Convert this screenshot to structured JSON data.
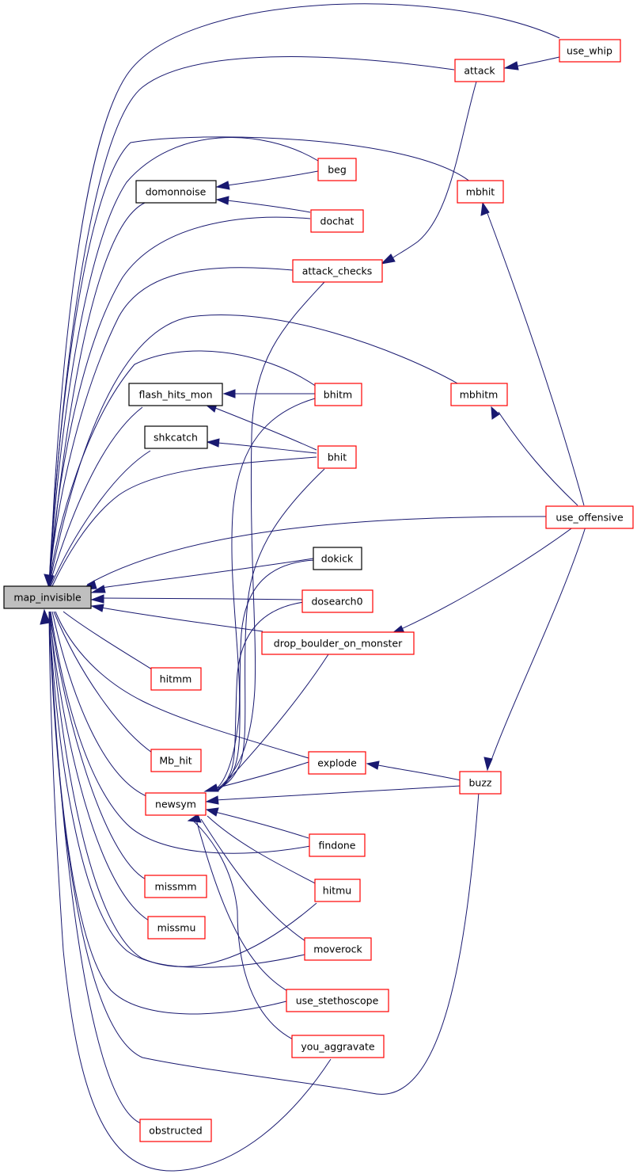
{
  "graph": {
    "title": "map_invisible",
    "edge_color": "#191970",
    "node_colors": {
      "caller_link": "#ff0000",
      "documented": "#000000",
      "focus_fill": "#bfbfbf"
    },
    "nodes": {
      "map_invisible": "map_invisible",
      "use_whip": "use_whip",
      "attack": "attack",
      "beg": "beg",
      "domonnoise": "domonnoise",
      "mbhit": "mbhit",
      "dochat": "dochat",
      "attack_checks": "attack_checks",
      "flash_hits_mon": "flash_hits_mon",
      "bhitm": "bhitm",
      "mbhitm": "mbhitm",
      "shkcatch": "shkcatch",
      "bhit": "bhit",
      "use_offensive": "use_offensive",
      "dokick": "dokick",
      "dosearch0": "dosearch0",
      "drop_boulder_on_monster": "drop_boulder_on_monster",
      "hitmm": "hitmm",
      "Mb_hit": "Mb_hit",
      "explode": "explode",
      "newsym": "newsym",
      "buzz": "buzz",
      "findone": "findone",
      "missmm": "missmm",
      "hitmu": "hitmu",
      "missmu": "missmu",
      "moverock": "moverock",
      "use_stethoscope": "use_stethoscope",
      "you_aggravate": "you_aggravate",
      "obstructed": "obstructed"
    }
  }
}
